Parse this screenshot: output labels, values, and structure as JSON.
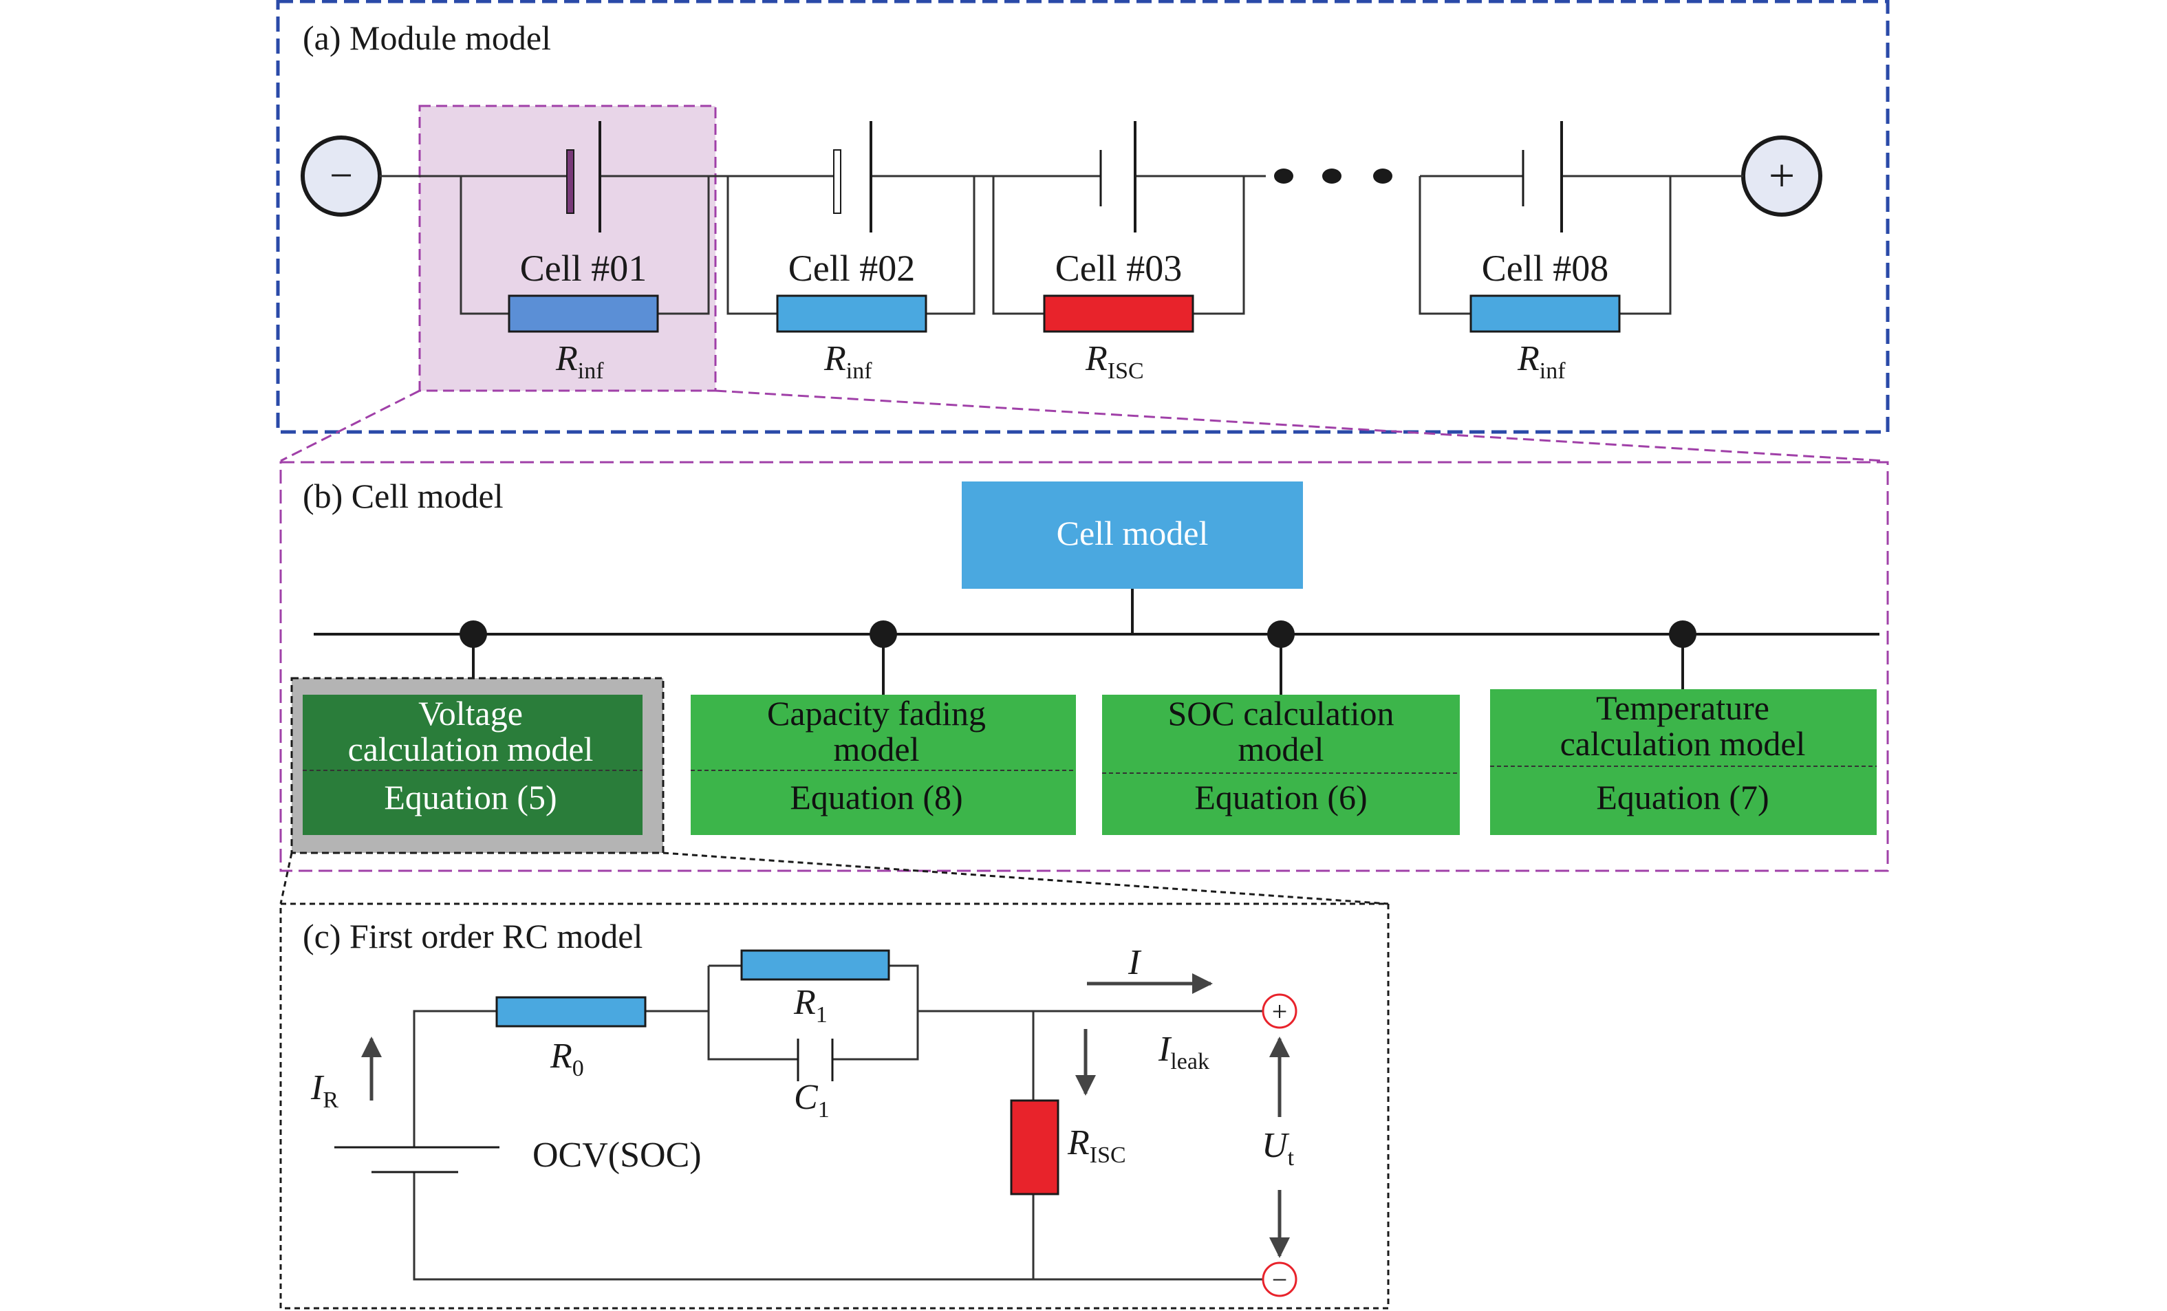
{
  "panel_a": {
    "title": "(a) Module model",
    "neg_sign": "−",
    "pos_sign": "+",
    "cells": [
      {
        "label": "Cell #01",
        "r_main": "R",
        "r_sub": "inf",
        "resistor_color": "#5b8fd6"
      },
      {
        "label": "Cell #02",
        "r_main": "R",
        "r_sub": "inf",
        "resistor_color": "#4aa8e0"
      },
      {
        "label": "Cell #03",
        "r_main": "R",
        "r_sub": "ISC",
        "resistor_color": "#e8232b"
      },
      {
        "label": "Cell #08",
        "r_main": "R",
        "r_sub": "inf",
        "resistor_color": "#4aa8e0"
      }
    ]
  },
  "panel_b": {
    "title": "(b) Cell model",
    "root": "Cell model",
    "submodels": [
      {
        "line1": "Voltage",
        "line2": "calculation model",
        "equation": "Equation (5)"
      },
      {
        "line1": "Capacity fading",
        "line2": "model",
        "equation": "Equation (8)"
      },
      {
        "line1": "SOC calculation",
        "line2": "model",
        "equation": "Equation (6)"
      },
      {
        "line1": "Temperature",
        "line2": "calculation model",
        "equation": "Equation (7)"
      }
    ]
  },
  "panel_c": {
    "title": "(c) First order RC model",
    "r0_main": "R",
    "r0_sub": "0",
    "r1_main": "R",
    "r1_sub": "1",
    "c1_main": "C",
    "c1_sub": "1",
    "ir_main": "I",
    "ir_sub": "R",
    "i_label": "I",
    "ileak_main": "I",
    "ileak_sub": "leak",
    "risc_main": "R",
    "risc_sub": "ISC",
    "ut_main": "U",
    "ut_sub": "t",
    "ocv_label": "OCV(SOC)",
    "plus_sign": "+",
    "minus_sign": "−"
  },
  "colors": {
    "module_border": "#2a4aa8",
    "cell_border": "#a040a8",
    "highlight_fill": "#e8d5e8",
    "root_box": "#4aa8e0",
    "green_box": "#3cb54a",
    "dark_green_box": "#2a7d3a",
    "red_resistor": "#e8232b",
    "blue_resistor": "#4aa8e0"
  }
}
